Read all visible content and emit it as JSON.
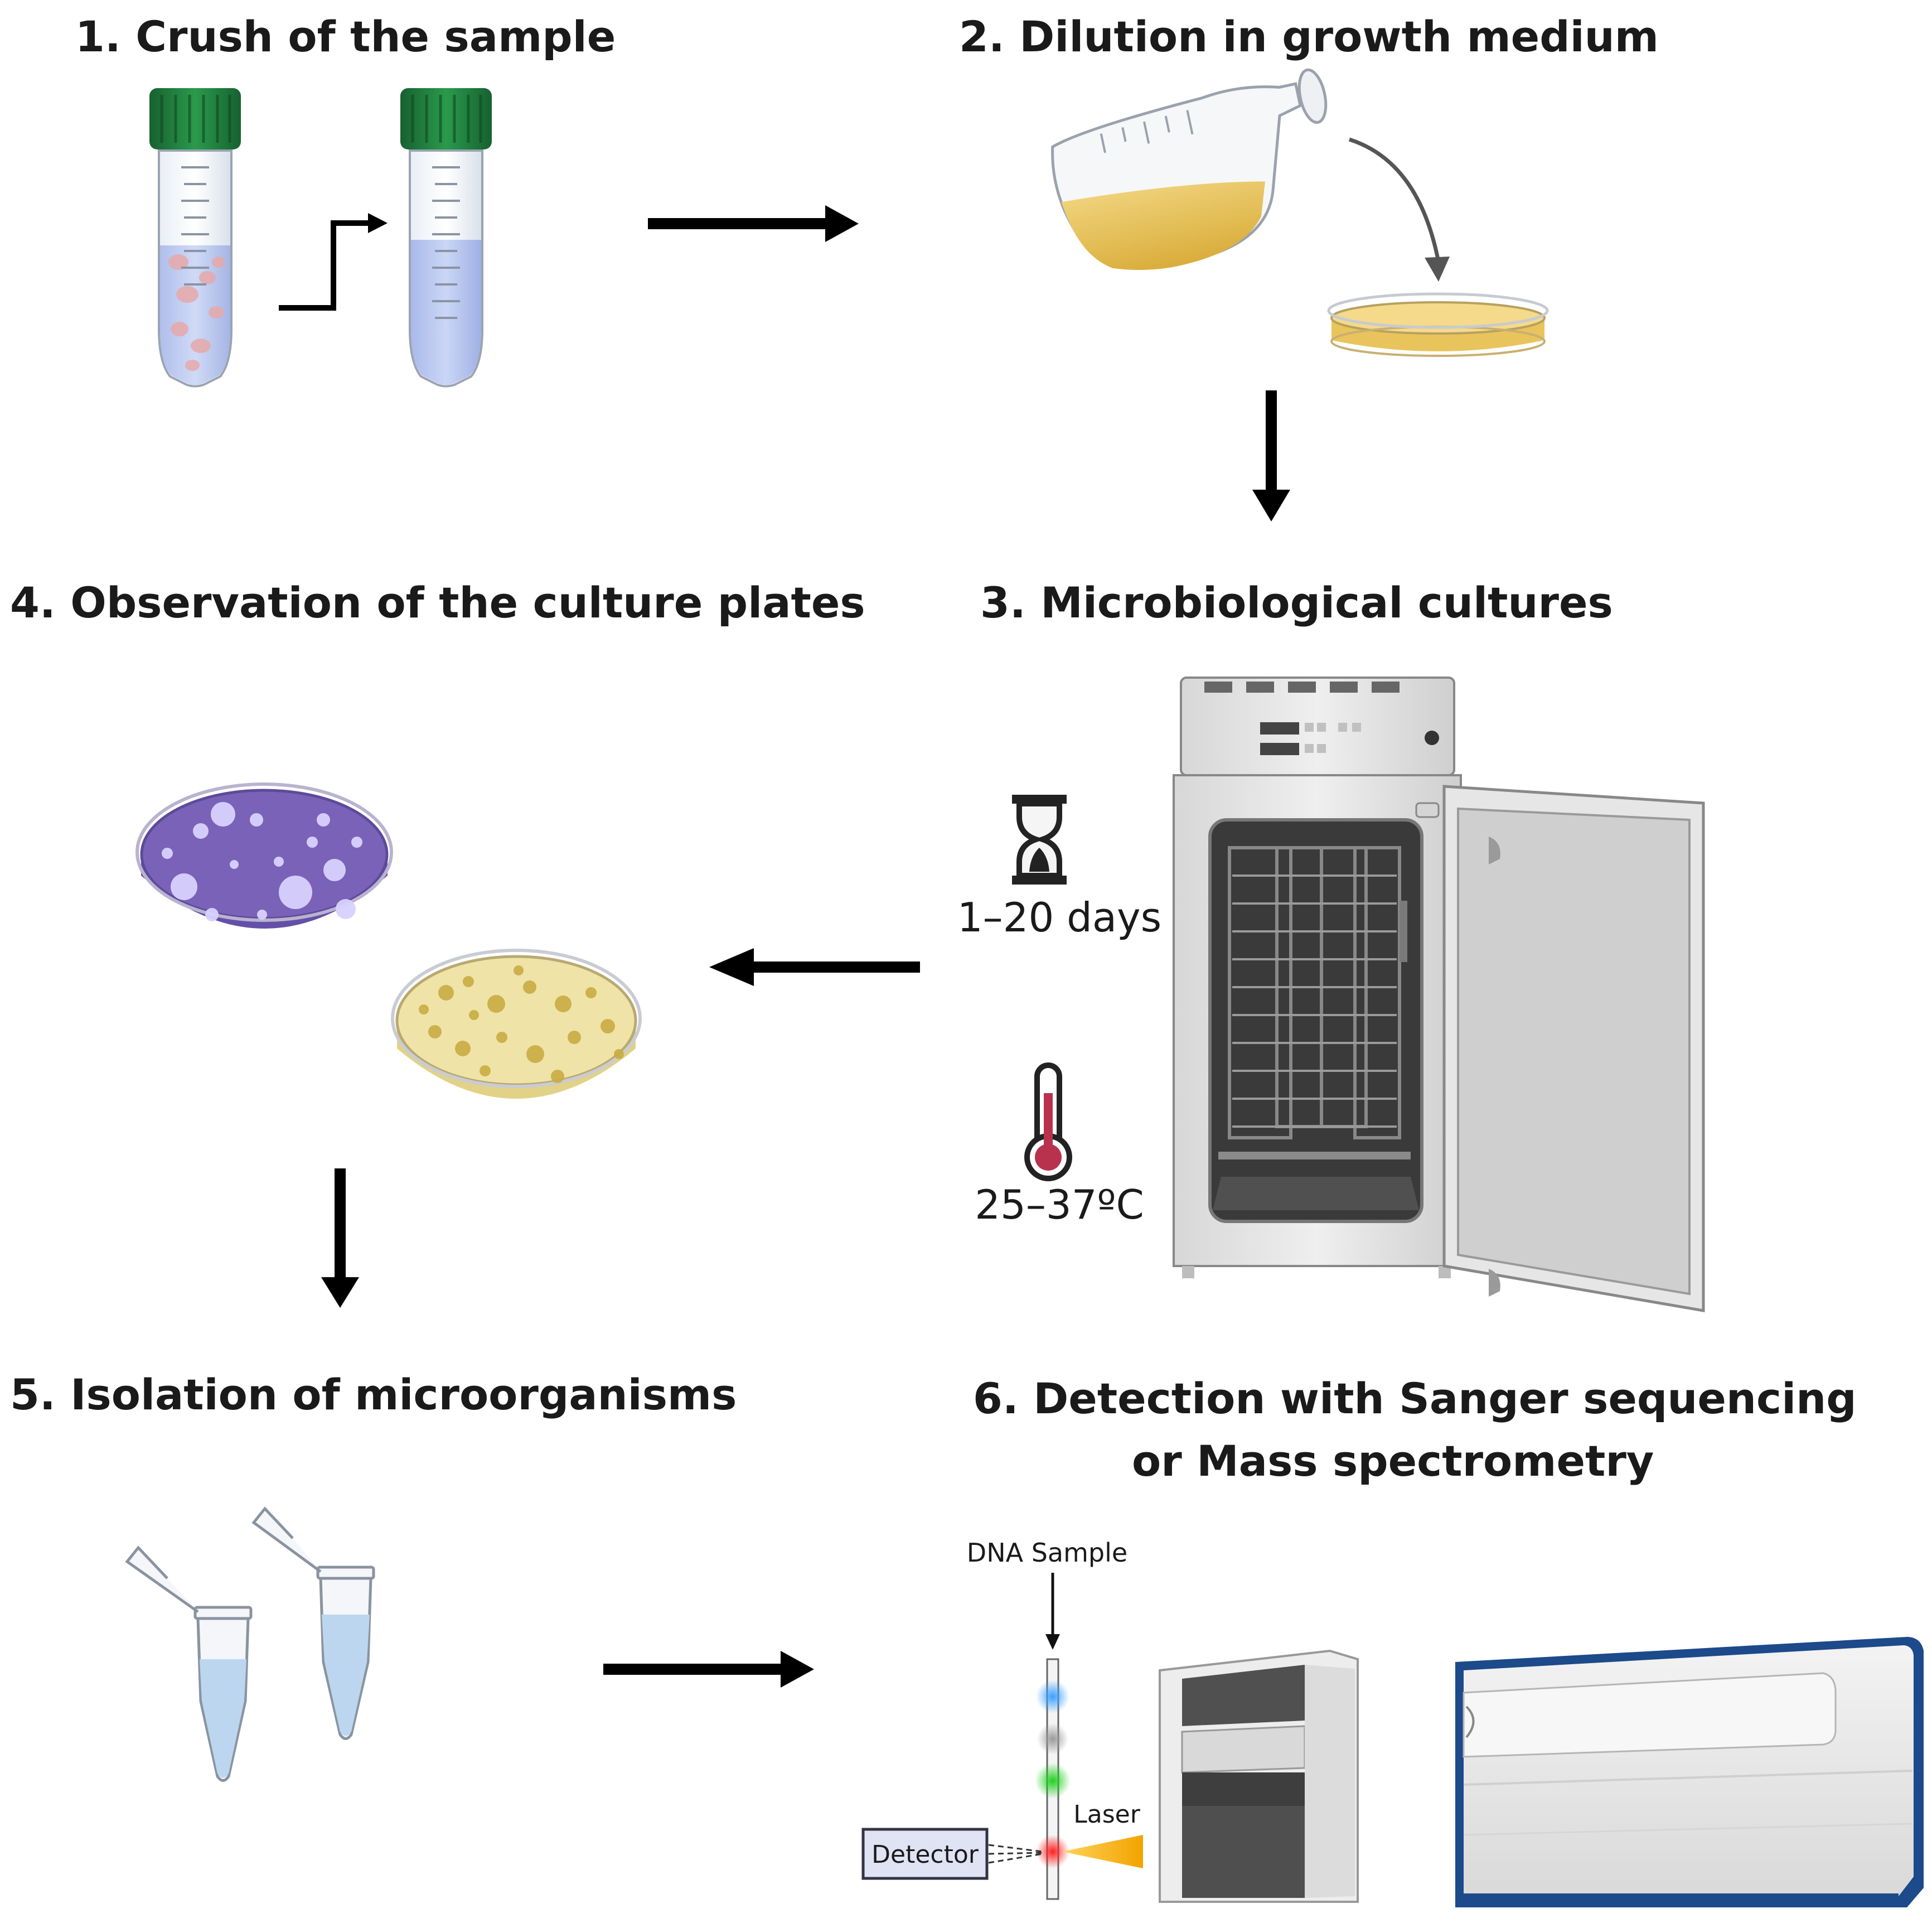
{
  "steps": [
    {
      "id": "1",
      "title": "1. Crush of the sample"
    },
    {
      "id": "2",
      "title": "2. Dilution in growth medium"
    },
    {
      "id": "3",
      "title": "3. Microbiological cultures"
    },
    {
      "id": "4",
      "title": "4. Observation of the culture plates"
    },
    {
      "id": "5",
      "title": "5. Isolation of microorganisms"
    },
    {
      "id": "6",
      "title_line1": "6. Detection with Sanger sequencing",
      "title_line2": "or Mass spectrometry"
    }
  ],
  "incubation": {
    "duration": "1–20 days",
    "temperature": "25–37ºC"
  },
  "sequencing": {
    "sample_label": "DNA Sample",
    "laser_label": "Laser",
    "detector_label": "Detector"
  },
  "colors": {
    "cap_green": "#1f7a3a",
    "tube_liquid": "#b8c8f0",
    "medium_yellow": "#e3c15a",
    "plate_purple": "#7a62b8",
    "plate_beige": "#efe3a8",
    "arrow": "#000000",
    "thermo_red": "#b8324e",
    "spectrometer_blue": "#1c4a8a"
  },
  "icons": [
    "falcon-tube-icon",
    "flask-icon",
    "petri-dish-icon",
    "incubator-icon",
    "hourglass-icon",
    "thermometer-icon",
    "eppendorf-tube-icon",
    "sequencer-icon",
    "mass-spectrometer-icon"
  ]
}
